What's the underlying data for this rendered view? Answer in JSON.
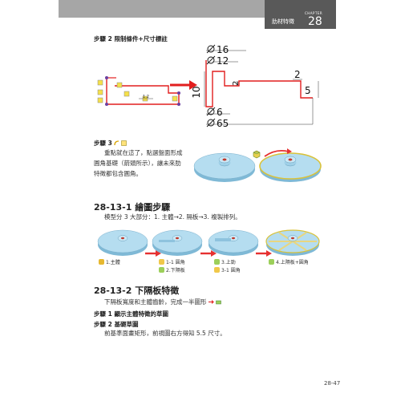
{
  "header": {
    "chapter_word": "CHAPTER",
    "chapter_title": "肋材特徵",
    "chapter_number": "28"
  },
  "step2_title": "步驟 2 限制條件+尺寸標註",
  "dimensions": {
    "d16": "16",
    "d12": "12",
    "h10": "10",
    "h2": "2",
    "w2": "2",
    "h5": "5",
    "d6": "6",
    "d65": "65",
    "sketch_dim": "1.2"
  },
  "step3": {
    "title": "步驟 3",
    "line1": "重點就在這了，點選盤面形成",
    "line2": "圓角基礎（箭頭所示），讓未來肋",
    "line3": "特徵都包含圓角。"
  },
  "section_1": {
    "title": "28-13-1 繪圖步驟",
    "intro": "模型分 3 大部分：1. 主體→2. 隔板→3. 複製排列。"
  },
  "process_captions": {
    "c1": "1.主體",
    "c2": "1-1 圓角",
    "c3": "2.下隔板",
    "c4": "3.上勁",
    "c5": "3-1 圓角",
    "c6": "4.上隔板+圓角"
  },
  "section_2": {
    "title": "28-13-2 下隔板特徵",
    "intro": "下隔板寬度和主體齒齡，完成一半圖形",
    "step1": "步驟 1 顯示主體特徵的草圖",
    "step2": "步驟 2 基礎草圖",
    "step2_text": "前基準面畫矩形，前視圖右方得知 5.5 尺寸。"
  },
  "page_number": "28-47",
  "colors": {
    "header_band": "#a6a6a6",
    "header_tab": "#595959",
    "sketch_red": "#e21e1e",
    "disc_blue": "#9fd0e8",
    "arrow_red": "#e63030"
  }
}
